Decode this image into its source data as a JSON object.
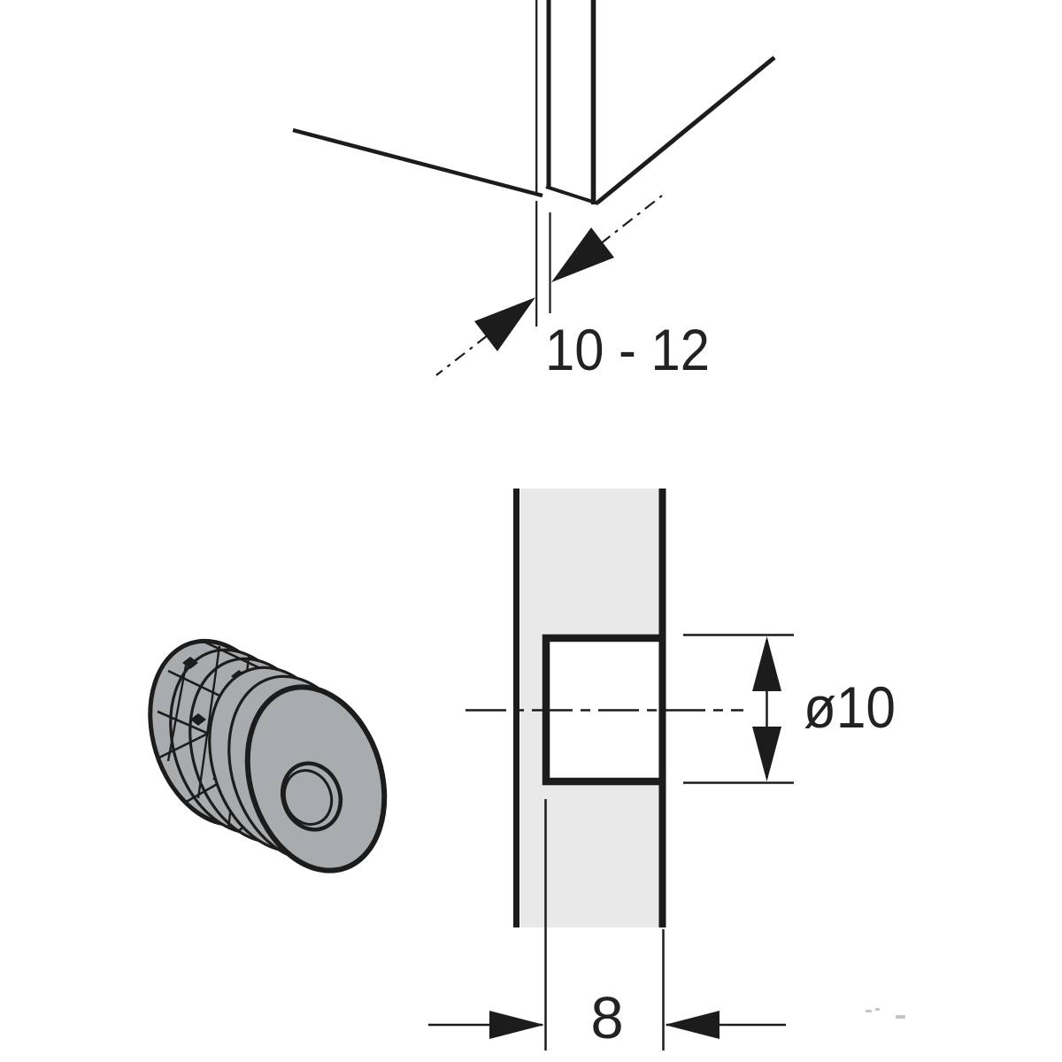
{
  "colors": {
    "background": "#ffffff",
    "line": "#1c1c1c",
    "text": "#222222",
    "panel_fill": "#e9e9e9",
    "part_fill": "#a9acae",
    "speck": "#c4c4c4"
  },
  "labels": {
    "gap_dimension": "10 - 12",
    "hole_diameter": "ø10",
    "hole_depth": "8"
  }
}
